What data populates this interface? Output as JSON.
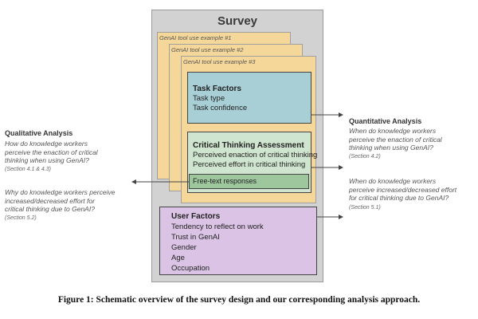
{
  "survey": {
    "title": "Survey",
    "examples": [
      "GenAI tool use example #1",
      "GenAI tool use example #2",
      "GenAI tool use example #3"
    ],
    "task_factors": {
      "title": "Task Factors",
      "items": [
        "Task type",
        "Task confidence"
      ]
    },
    "critical_thinking": {
      "title": "Critical Thinking Assessment",
      "items": [
        "Perceived enaction of critical thinking",
        "Perceived effort in critical thinking"
      ],
      "free_text": "Free-text responses"
    },
    "user_factors": {
      "title": "User Factors",
      "items": [
        "Tendency to reflect on work",
        "Trust in GenAI",
        "Gender",
        "Age",
        "Occupation"
      ]
    }
  },
  "qualitative": {
    "title": "Qualitative Analysis",
    "q1": [
      "How do knowledge workers",
      "perceive the enaction of critical",
      "thinking when using GenAI?"
    ],
    "q1_ref": "(Section 4.1 & 4.3)",
    "q2": [
      "Why do knowledge workers perceive",
      "increased/decreased effort for",
      "critical thinking due to GenAI?"
    ],
    "q2_ref": "(Section 5.2)"
  },
  "quantitative": {
    "title": "Quantitative Analysis",
    "q1": [
      "When do knowledge workers",
      "perceive the enaction of critical",
      "thinking when using GenAI?"
    ],
    "q1_ref": "(Section 4.2)",
    "q2": [
      "When do knowledge workers",
      "perceive increased/decreased effort",
      "for critical thinking due to GenAI?"
    ],
    "q2_ref": "(Section 5.1)"
  },
  "caption": "Figure 1: Schematic overview of the survey design and our corresponding analysis approach.",
  "colors": {
    "survey_bg": "#d2d2d2",
    "card": "#f5d79a",
    "task_factors": "#a8cfd6",
    "critical_thinking": "#cfe5cf",
    "free_text": "#9ec79e",
    "user_factors": "#dbc3e5"
  }
}
